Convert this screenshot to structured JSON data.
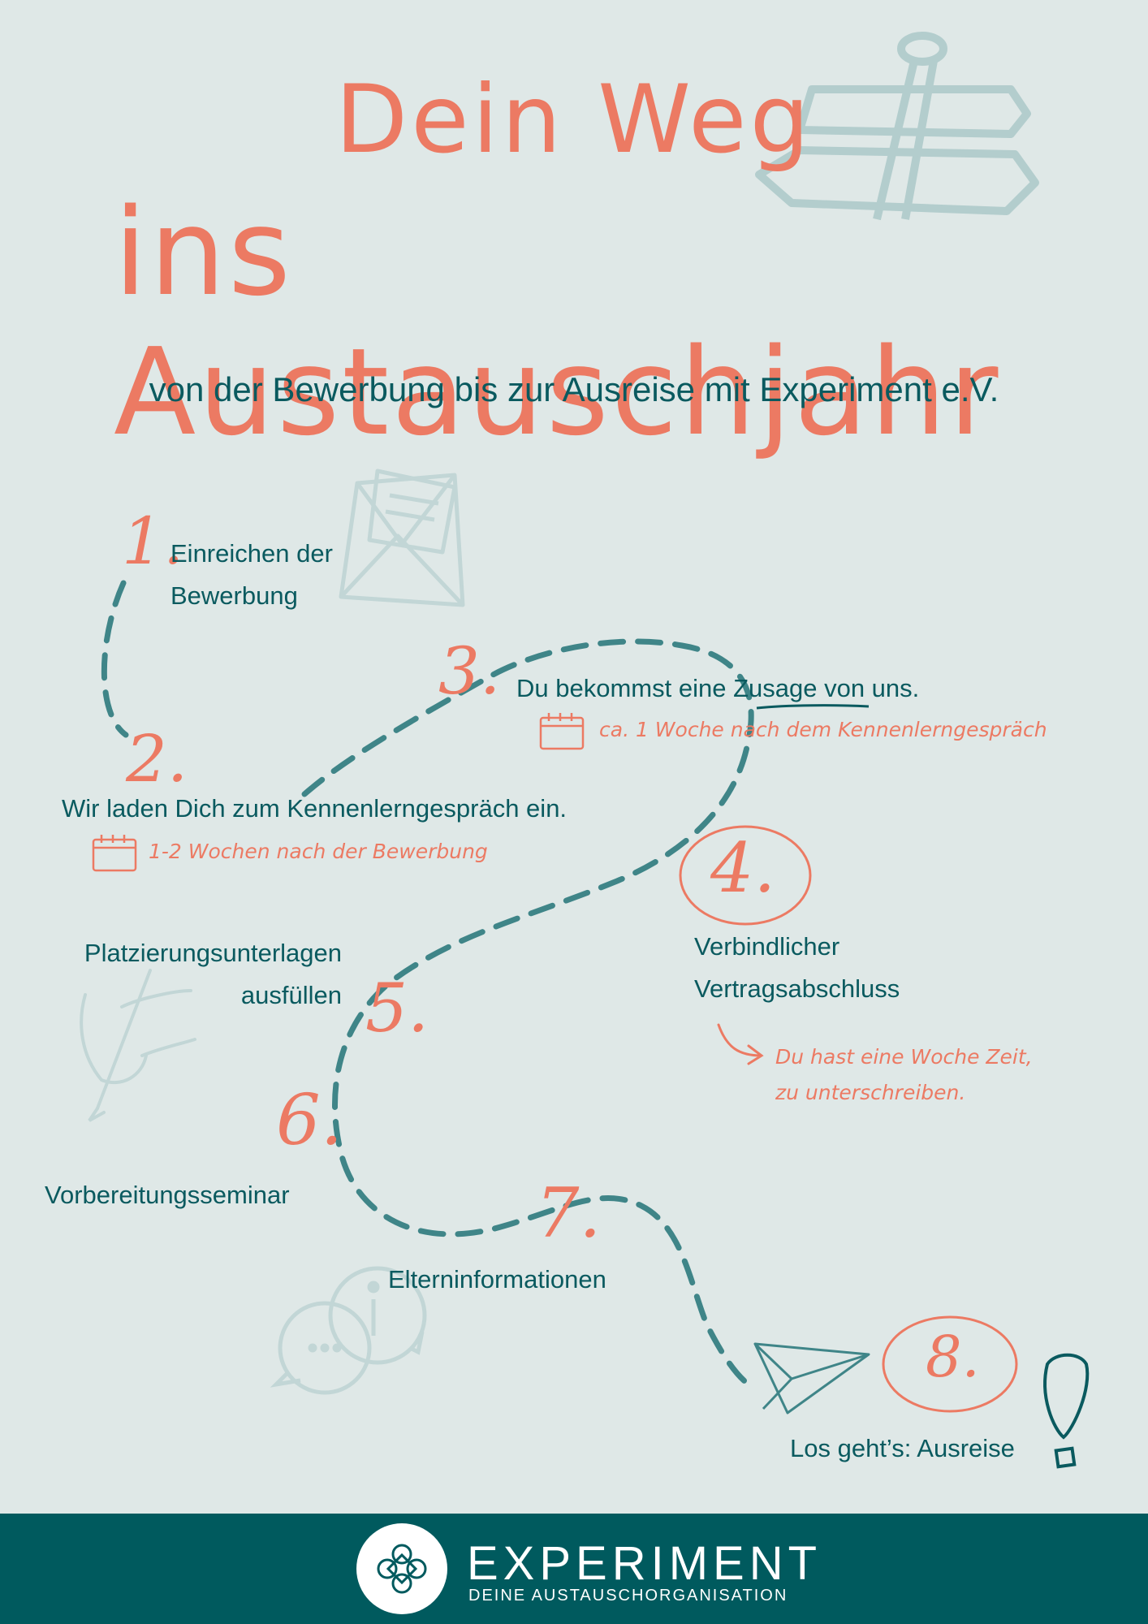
{
  "header": {
    "title_line1": "Dein Weg",
    "title_line2": "ins Austauschjahr",
    "subtitle": "von der Bewerbung bis zur Ausreise mit Experiment e.V."
  },
  "steps": [
    {
      "number": "1.",
      "label_line1": "Einreichen der",
      "label_line2": "Bewerbung"
    },
    {
      "number": "2.",
      "label": "Wir laden Dich zum Kennenlerngespräch ein.",
      "note": "1-2 Wochen nach der Bewerbung"
    },
    {
      "number": "3.",
      "label_pre": "Du bekommst eine ",
      "label_highlight": "Zusage",
      "label_post": " von uns.",
      "note": "ca. 1 Woche nach dem Kennenlerngespräch"
    },
    {
      "number": "4.",
      "label_line1": "Verbindlicher",
      "label_line2": "Vertragsabschluss",
      "note_line1": "Du hast eine Woche Zeit,",
      "note_line2": "zu unterschreiben."
    },
    {
      "number": "5.",
      "label_line1": "Platzierungsunterlagen",
      "label_line2": "ausfüllen"
    },
    {
      "number": "6.",
      "label": "Vorbereitungsseminar"
    },
    {
      "number": "7.",
      "label": "Elterninformationen"
    },
    {
      "number": "8.",
      "label": "Los geht’s: Ausreise"
    }
  ],
  "footer": {
    "brand": "EXPERIMENT",
    "tagline": "DEINE AUSTAUSCHORGANISATION"
  },
  "colors": {
    "background": "#dfe8e7",
    "coral": "#ec7a63",
    "teal": "#0a5a5f",
    "path": "#3f8588",
    "footer": "#005a5e",
    "faint_icon": "#b8cfcf"
  },
  "icons": [
    "signpost-icon",
    "envelope-icon",
    "calendar-icon",
    "hand-writing-icon",
    "chat-info-icon",
    "paper-plane-icon",
    "exclamation-icon",
    "arrow-icon",
    "experiment-logo-icon"
  ]
}
